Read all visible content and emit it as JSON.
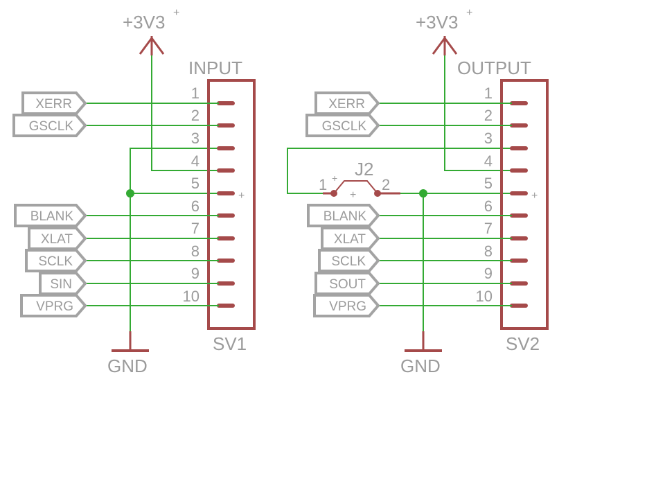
{
  "power_label": "+3V3",
  "ground_label": "GND",
  "connectors": [
    {
      "id": "sv1",
      "name": "SV1",
      "title": "INPUT",
      "pins": [
        "1",
        "2",
        "3",
        "4",
        "5",
        "6",
        "7",
        "8",
        "9",
        "10"
      ],
      "signals": [
        {
          "pin": "1",
          "label": "XERR"
        },
        {
          "pin": "2",
          "label": "GSCLK"
        },
        {
          "pin": "6",
          "label": "BLANK"
        },
        {
          "pin": "7",
          "label": "XLAT"
        },
        {
          "pin": "8",
          "label": "SCLK"
        },
        {
          "pin": "9",
          "label": "SIN"
        },
        {
          "pin": "10",
          "label": "VPRG"
        }
      ]
    },
    {
      "id": "sv2",
      "name": "SV2",
      "title": "OUTPUT",
      "pins": [
        "1",
        "2",
        "3",
        "4",
        "5",
        "6",
        "7",
        "8",
        "9",
        "10"
      ],
      "signals": [
        {
          "pin": "1",
          "label": "XERR"
        },
        {
          "pin": "2",
          "label": "GSCLK"
        },
        {
          "pin": "6",
          "label": "BLANK"
        },
        {
          "pin": "7",
          "label": "XLAT"
        },
        {
          "pin": "8",
          "label": "SCLK"
        },
        {
          "pin": "9",
          "label": "SOUT"
        },
        {
          "pin": "10",
          "label": "VPRG"
        }
      ]
    }
  ],
  "jumper": {
    "name": "J2",
    "pin1": "1",
    "pin2": "2"
  },
  "colors": {
    "wire": "#33aa33",
    "part": "#a54a4a",
    "label": "#9b9b9b",
    "tag_outline": "#a3a3a3"
  }
}
